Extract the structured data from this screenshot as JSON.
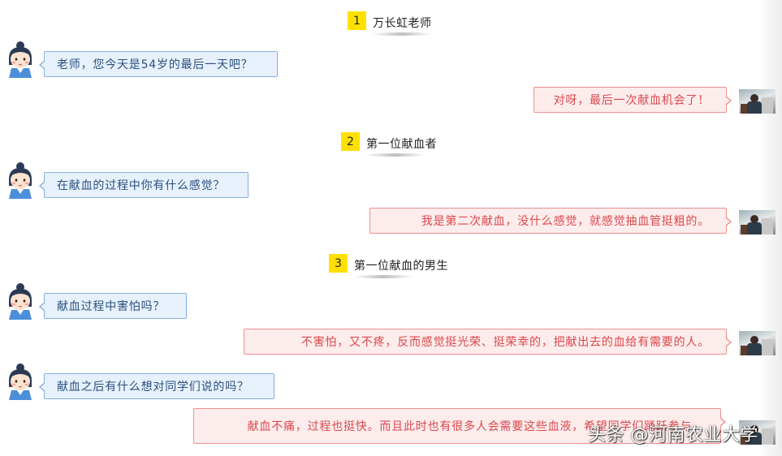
{
  "sections": [
    {
      "number": "1",
      "title": "万长虹老师"
    },
    {
      "number": "2",
      "title": "第一位献血者"
    },
    {
      "number": "3",
      "title": "第一位献血的男生"
    }
  ],
  "messages": [
    {
      "role": "interviewer",
      "text": "老师，您今天是54岁的最后一天吧？"
    },
    {
      "role": "respondent",
      "text": "对呀，最后一次献血机会了！"
    },
    {
      "role": "interviewer",
      "text": "在献血的过程中你有什么感觉？"
    },
    {
      "role": "respondent",
      "text": "我是第二次献血，没什么感觉，就感觉抽血管挺粗的。"
    },
    {
      "role": "interviewer",
      "text": "献血过程中害怕吗？"
    },
    {
      "role": "respondent",
      "text": "不害怕，又不疼，反而感觉挺光荣、挺荣幸的，把献出去的血给有需要的人。"
    },
    {
      "role": "interviewer",
      "text": "献血之后有什么想对同学们说的吗？"
    },
    {
      "role": "respondent",
      "text": "献血不痛，过程也挺快。而且此时也有很多人会需要这些血液，希望同学们踊跃参与。"
    }
  ],
  "watermark": "头条 @河南农业大学",
  "icons": {
    "interviewer_avatar": "cartoon-girl-avatar-icon",
    "respondent_avatar": "photo-avatar"
  },
  "colors": {
    "badge": "#ffe000",
    "question_bg": "#e7f1fc",
    "question_border": "#86aedb",
    "question_text": "#2a4f7d",
    "answer_bg": "#fdecec",
    "answer_border": "#ee8f8f",
    "answer_text": "#d9484c"
  }
}
